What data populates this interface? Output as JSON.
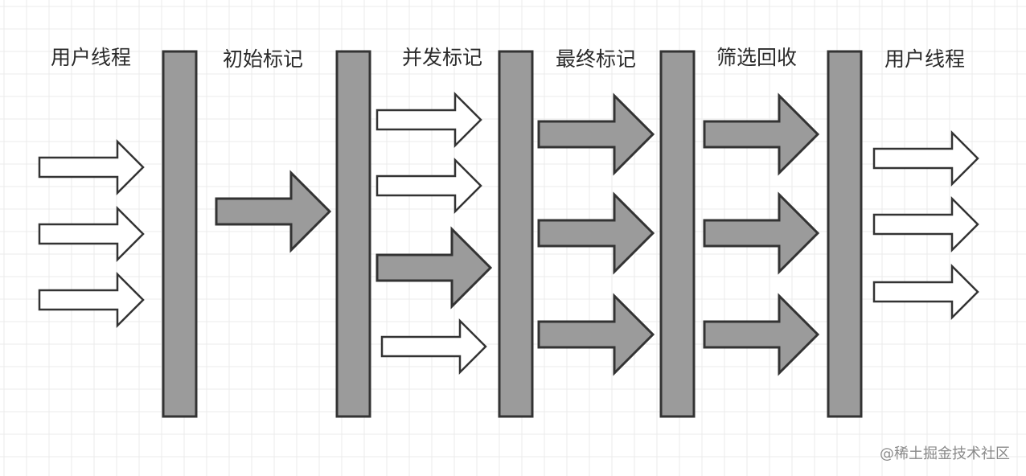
{
  "diagram": {
    "colors": {
      "background": "#ffffff",
      "grid": "#ebebeb",
      "bar_fill": "#9b9b9b",
      "bar_stroke": "#333333",
      "arrow_gray": "#9b9b9b",
      "arrow_white": "#ffffff",
      "label_text": "#2b2b2b",
      "watermark_text": "#8a8a8a"
    },
    "phases": [
      {
        "label": "用户线程",
        "threads": 3,
        "arrow_style": "white",
        "threads_label": "用户线程"
      },
      {
        "label": "初始标记",
        "threads": 1,
        "arrow_style": "gray"
      },
      {
        "label": "并发标记",
        "threads": 4,
        "arrow_style": "mixed"
      },
      {
        "label": "最终标记",
        "threads": 3,
        "arrow_style": "gray"
      },
      {
        "label": "筛选回收",
        "threads": 3,
        "arrow_style": "gray"
      },
      {
        "label": "用户线程",
        "threads": 3,
        "arrow_style": "white"
      }
    ],
    "safepoint_barriers": 5,
    "watermark": "@稀土掘金技术社区"
  }
}
